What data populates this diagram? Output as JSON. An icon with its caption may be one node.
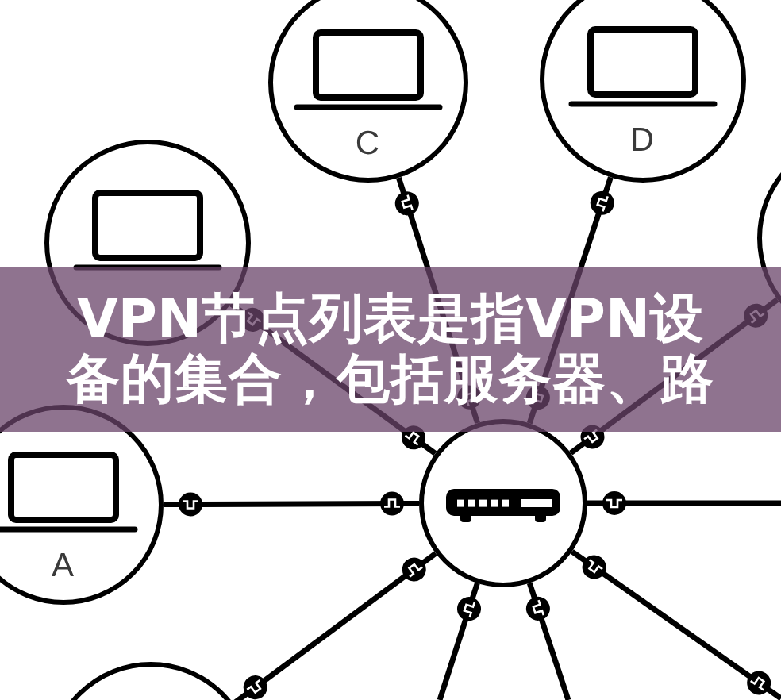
{
  "diagram": {
    "title": "VPN节点列表是指VPN设备的集合，包括服务器、路",
    "nodes": [
      {
        "text": [
          "C"
        ]
      },
      {
        "text": [
          "D"
        ]
      },
      {
        "text": [],
        "shape": "circle"
      },
      {
        "text": [],
        "shape": "circle"
      },
      {
        "text": [
          "A"
        ]
      },
      {
        "text": [],
        "shape": "circle"
      },
      {
        "text": [],
        "shape": "circle"
      }
    ],
    "edges": [
      {
        "from": 0,
        "to": 5,
        "arrow": "other"
      },
      {
        "from": 1,
        "to": 5,
        "arrow": "other"
      },
      {
        "from": 2,
        "to": 5,
        "arrow": "other"
      },
      {
        "from": 3,
        "to": 5,
        "arrow": "other"
      },
      {
        "from": 4,
        "to": 5,
        "arrow": "other"
      },
      {
        "from": 6,
        "to": 5,
        "arrow": "other"
      },
      {
        "from": 5,
        "to": null,
        "arrow": "other"
      },
      {
        "from": 5,
        "to": null,
        "arrow": "other"
      },
      {
        "from": 5,
        "to": null,
        "arrow": "other"
      },
      {
        "from": 5,
        "to": null,
        "arrow": "other"
      }
    ]
  }
}
